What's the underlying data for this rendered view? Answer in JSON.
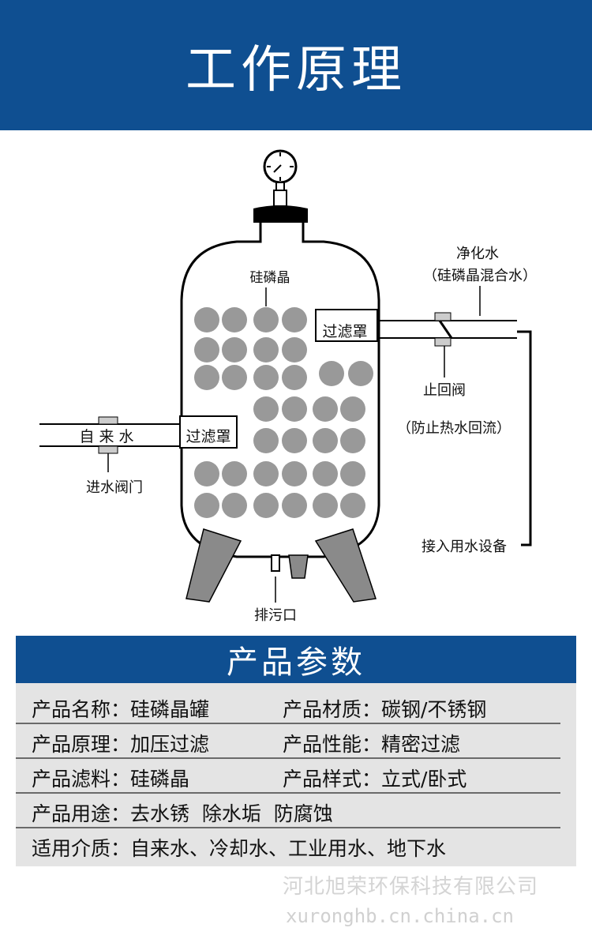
{
  "header": {
    "title": "工作原理"
  },
  "diagram": {
    "media_label": "硅磷晶",
    "purified_water": "净化水",
    "purified_water_note": "（硅磷晶混合水）",
    "filter_cap_right": "过滤罩",
    "filter_cap_left": "过滤罩",
    "tap_water": "自 来 水",
    "inlet_valve": "进水阀门",
    "check_valve": "止回阀",
    "check_valve_note": "（防止热水回流）",
    "to_equipment": "接入用水设备",
    "drain": "排污口"
  },
  "params": {
    "title": "产品参数",
    "rows": [
      {
        "a": "产品名称：硅磷晶罐",
        "b": "产品材质：碳钢/不锈钢"
      },
      {
        "a": "产品原理：加压过滤",
        "b": "产品性能：精密过滤"
      },
      {
        "a": "产品滤料：硅磷晶",
        "b": "产品样式：立式/卧式"
      },
      {
        "a": "产品用途：去水锈  除水垢  防腐蚀"
      },
      {
        "a": "适用介质：自来水、冷却水、工业用水、地下水"
      }
    ]
  },
  "watermark": {
    "company": "河北旭荣环保科技有限公司",
    "site": "xuronghb.cn.china.cn"
  }
}
